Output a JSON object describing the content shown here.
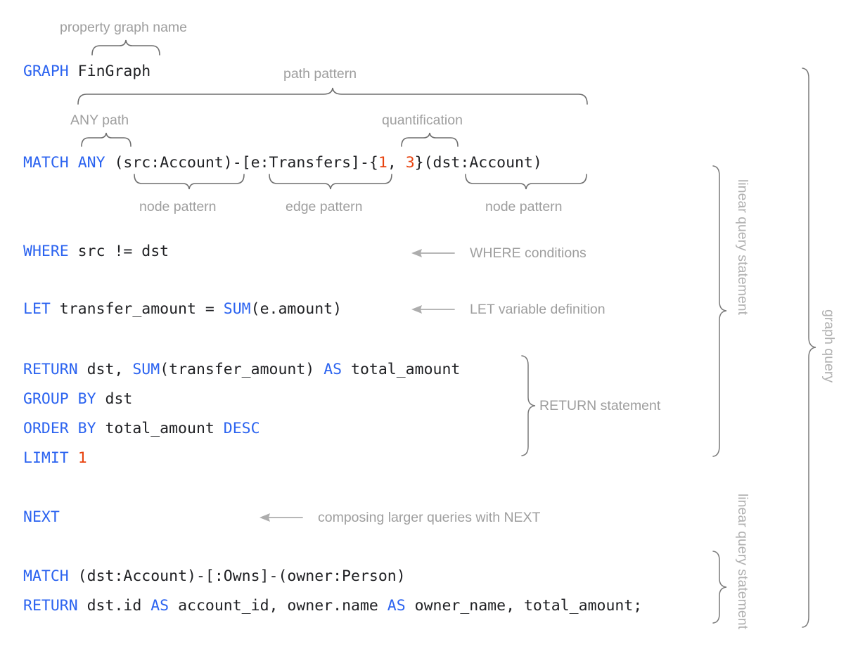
{
  "figure": {
    "kind": "gql-query-annotated-diagram",
    "colors": {
      "keyword_blue": "#2b63f0",
      "literal_orange": "#e8430f",
      "code_text": "#202124",
      "annotation_gray": "#9e9e9e",
      "brace_gray": "#6e6e6e",
      "arrow_gray": "#adadad",
      "background": "#ffffff"
    }
  },
  "code": {
    "lines": [
      {
        "id": "graph",
        "tokens": [
          {
            "text": "GRAPH",
            "style": "kw"
          },
          {
            "text": " FinGraph",
            "style": "pl"
          }
        ]
      },
      {
        "id": "match1",
        "tokens": [
          {
            "text": "MATCH",
            "style": "kw"
          },
          {
            "text": " ",
            "style": "pl"
          },
          {
            "text": "ANY",
            "style": "kw"
          },
          {
            "text": " (src:Account)-[e:Transfers]-{",
            "style": "pl"
          },
          {
            "text": "1",
            "style": "num"
          },
          {
            "text": ", ",
            "style": "pl"
          },
          {
            "text": "3",
            "style": "num"
          },
          {
            "text": "}(dst:Account)",
            "style": "pl"
          }
        ]
      },
      {
        "id": "where",
        "tokens": [
          {
            "text": "WHERE",
            "style": "kw"
          },
          {
            "text": " src != dst",
            "style": "pl"
          }
        ]
      },
      {
        "id": "let",
        "tokens": [
          {
            "text": "LET",
            "style": "kw"
          },
          {
            "text": " transfer_amount = ",
            "style": "pl"
          },
          {
            "text": "SUM",
            "style": "kw"
          },
          {
            "text": "(e.amount)",
            "style": "pl"
          }
        ]
      },
      {
        "id": "return1",
        "tokens": [
          {
            "text": "RETURN",
            "style": "kw"
          },
          {
            "text": " dst, ",
            "style": "pl"
          },
          {
            "text": "SUM",
            "style": "kw"
          },
          {
            "text": "(transfer_amount) ",
            "style": "pl"
          },
          {
            "text": "AS",
            "style": "kw"
          },
          {
            "text": " total_amount",
            "style": "pl"
          }
        ]
      },
      {
        "id": "groupby",
        "tokens": [
          {
            "text": "GROUP BY",
            "style": "kw"
          },
          {
            "text": " dst",
            "style": "pl"
          }
        ]
      },
      {
        "id": "orderby",
        "tokens": [
          {
            "text": "ORDER BY",
            "style": "kw"
          },
          {
            "text": " total_amount ",
            "style": "pl"
          },
          {
            "text": "DESC",
            "style": "kw"
          }
        ]
      },
      {
        "id": "limit",
        "tokens": [
          {
            "text": "LIMIT",
            "style": "kw"
          },
          {
            "text": " ",
            "style": "pl"
          },
          {
            "text": "1",
            "style": "num"
          }
        ]
      },
      {
        "id": "next",
        "tokens": [
          {
            "text": "NEXT",
            "style": "kw"
          }
        ]
      },
      {
        "id": "match2",
        "tokens": [
          {
            "text": "MATCH",
            "style": "kw"
          },
          {
            "text": " (dst:Account)-[:Owns]-(owner:Person)",
            "style": "pl"
          }
        ]
      },
      {
        "id": "return2",
        "tokens": [
          {
            "text": "RETURN",
            "style": "kw"
          },
          {
            "text": " dst.id ",
            "style": "pl"
          },
          {
            "text": "AS",
            "style": "kw"
          },
          {
            "text": " account_id, owner.name ",
            "style": "pl"
          },
          {
            "text": "AS",
            "style": "kw"
          },
          {
            "text": " owner_name, total_amount;",
            "style": "pl"
          }
        ]
      }
    ]
  },
  "annotations": {
    "property_graph_name": "property graph name",
    "path_pattern": "path pattern",
    "any_path": "ANY path",
    "quantification": "quantification",
    "node_pattern_left": "node pattern",
    "edge_pattern": "edge pattern",
    "node_pattern_right": "node pattern",
    "where_conditions": "WHERE conditions",
    "let_variable_definition": "LET variable definition",
    "return_statement": "RETURN statement",
    "composing_with_next": "composing larger queries with NEXT",
    "linear_query_statement_1": "linear query statement",
    "linear_query_statement_2": "linear query statement",
    "graph_query": "graph query"
  }
}
